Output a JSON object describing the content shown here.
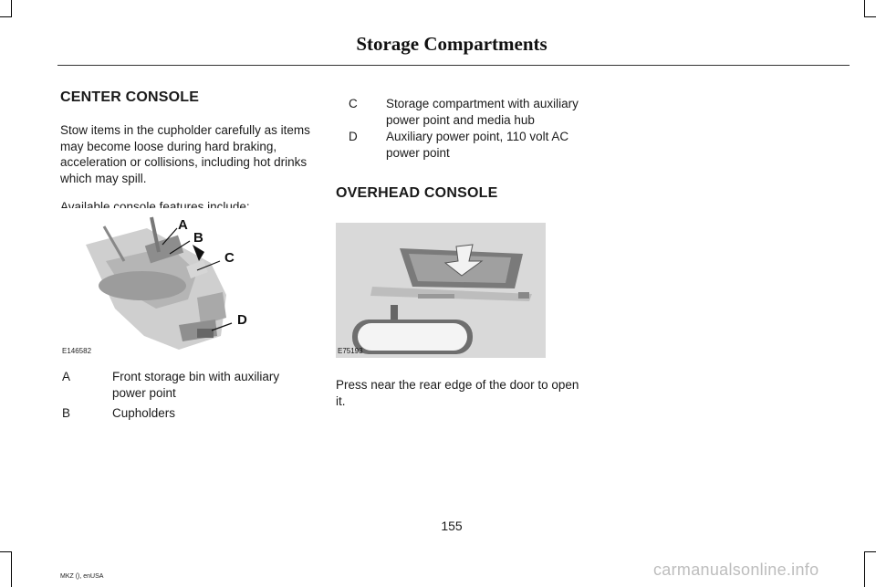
{
  "header": {
    "title": "Storage Compartments"
  },
  "center_console": {
    "heading": "CENTER CONSOLE",
    "intro": "Stow items in the cupholder carefully as items may become loose during hard braking, acceleration or collisions, including hot drinks which may spill.",
    "features_intro": "Available console features include:",
    "figure_code": "E146582",
    "callouts": [
      "A",
      "B",
      "C",
      "D"
    ],
    "legend": [
      {
        "key": "A",
        "text": "Front storage bin with auxiliary power point"
      },
      {
        "key": "B",
        "text": "Cupholders"
      },
      {
        "key": "C",
        "text": "Storage compartment with auxiliary power point and media hub"
      },
      {
        "key": "D",
        "text": "Auxiliary power point, 110 volt AC power point"
      }
    ]
  },
  "overhead_console": {
    "heading": "OVERHEAD CONSOLE",
    "figure_code": "E75193",
    "instruction": "Press near the rear edge of the door to open it."
  },
  "footer": {
    "page_number": "155",
    "doc_id": "MKZ (), enUSA",
    "watermark": "carmanualsonline.info"
  }
}
